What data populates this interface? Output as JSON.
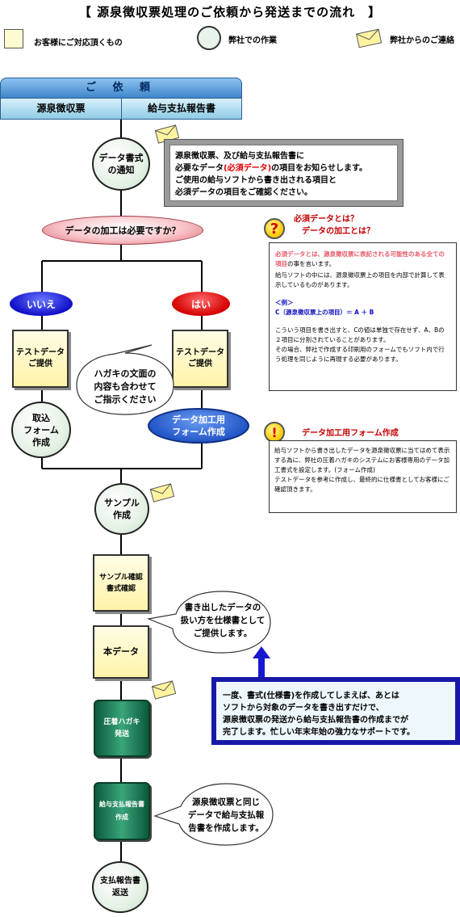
{
  "title": "【 源泉徴収票処理のご依頼から発送までの流れ　】",
  "legend": {
    "customer_label": "お客様にご対応頂くもの",
    "company_label": "弊社での作業",
    "contact_label": "弊社からのご連絡"
  },
  "request": {
    "header": "ご 依 頼",
    "left": "源泉徴収票",
    "right": "給与支払報告書"
  },
  "steps": {
    "notice": [
      "データ書式",
      "の通知"
    ],
    "question": "データの加工は必要ですか？",
    "no": "いいえ",
    "yes": "はい",
    "test_left": [
      "テストデータ",
      "ご提供"
    ],
    "test_right": [
      "テストデータ",
      "ご提供"
    ],
    "import_form": [
      "取込",
      "フォーム",
      "作成"
    ],
    "form_create": [
      "データ加工用",
      "フォーム作成"
    ],
    "sample": [
      "サンプル",
      "作成"
    ],
    "sample_confirm": [
      "サンプル確認",
      "書式確認"
    ],
    "real_data": "本データ",
    "pressure": [
      "圧着ハガキ",
      "発送"
    ],
    "pay_report": [
      "給与支払報告書",
      "作成"
    ],
    "return": [
      "支払報告書",
      "返送"
    ]
  },
  "notice_box": {
    "line1": "源泉徴収票、及び給与支払報告書に",
    "line2_a": "必要なデータ",
    "line2_red": "(必須データ)",
    "line2_b": "の項目をお知らせします。",
    "line3": "ご使用の給与ソフトから書き出される項目と",
    "line4": "必須データの項目をご確認ください。"
  },
  "qa": {
    "title1": "必須データとは？",
    "title2": "データの加工とは？",
    "p1_red": "必須データとは、源泉徴収票に表記される可能性のある全ての項目",
    "p1_b": "の事を言います。",
    "p2": "給与ソフトの中には、源泉徴収票上の項目を内部で計算して表示しているものがあります。",
    "ex_label": "＜例＞",
    "ex_formula": "C（源泉徴収票上の項目）＝ A ＋ B",
    "p3": "こういう項目を書き出すと、Cの値は単独で存在せず、A、Bの２項目に分割されていることがあります。",
    "p4": "その場合、弊社で作成する印刷用のフォームでもソフト内で行う処理を同じように再現する必要があります。"
  },
  "form_note": {
    "title": "データ加工用フォーム作成",
    "body": "給与ソフトから書き出したデータを源泉徴収票に当てはめて表示する為に、弊社の圧着ハガキのシステムにお客様専用のデータ加工書式を設定します。(フォーム作成)",
    "body2": "テストデータを参考に作成し、最終的に仕様書としてお客様にご確認頂きます。"
  },
  "bubbles": {
    "hagaki": [
      "ハガキの文面の",
      "内容も合わせて",
      "ご指示ください"
    ],
    "spec": [
      "書き出したデータの",
      "扱い方を仕様書として",
      "ご提供します。"
    ],
    "report": [
      "源泉徴収票と同じ",
      "データで給与支払報",
      "告書を作成します。"
    ]
  },
  "blue_box": {
    "l1": "一度、書式(仕様書)を作成してしまえば、あとは",
    "l2": "ソフトから対象のデータを書き出すだけで、",
    "l3": "源泉徴収票の発送から給与支払報告書の作成までが",
    "l4": "完了します。忙しい年末年始の強力なサポートです。"
  }
}
